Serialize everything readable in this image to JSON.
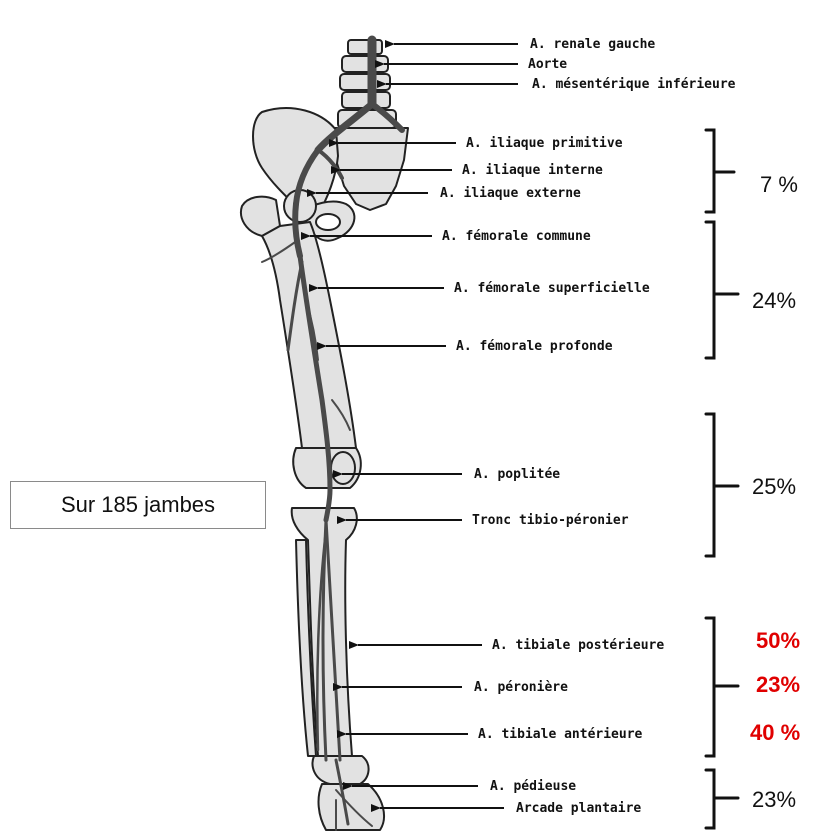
{
  "caption": "Sur 185 jambes",
  "labels": {
    "renale": "A. renale gauche",
    "aorte": "Aorte",
    "mesenterique": "A. mésentérique inférieure",
    "iliaque_primitive": "A. iliaque primitive",
    "iliaque_interne": "A. iliaque interne",
    "iliaque_externe": "A. iliaque externe",
    "femorale_commune": "A. fémorale commune",
    "femorale_superficielle": "A. fémorale superficielle",
    "femorale_profonde": "A. fémorale profonde",
    "poplitee": "A. poplitée",
    "tronc": "Tronc tibio-péronier",
    "tibiale_posterieure": "A. tibiale postérieure",
    "peroniere": "A. péronière",
    "tibiale_anterieure": "A. tibiale antérieure",
    "pedieuse": "A. pédieuse",
    "arcade": "Arcade plantaire"
  },
  "percentages": {
    "iliac": "7 %",
    "femoral": "24%",
    "popliteal": "25%",
    "tib_post": "50%",
    "peroniere": "23%",
    "tib_ant": "40 %",
    "foot": "23%"
  },
  "colors": {
    "highlight": "#e00000",
    "bone_fill": "#e2e2e2",
    "artery": "#4a4a4a"
  }
}
